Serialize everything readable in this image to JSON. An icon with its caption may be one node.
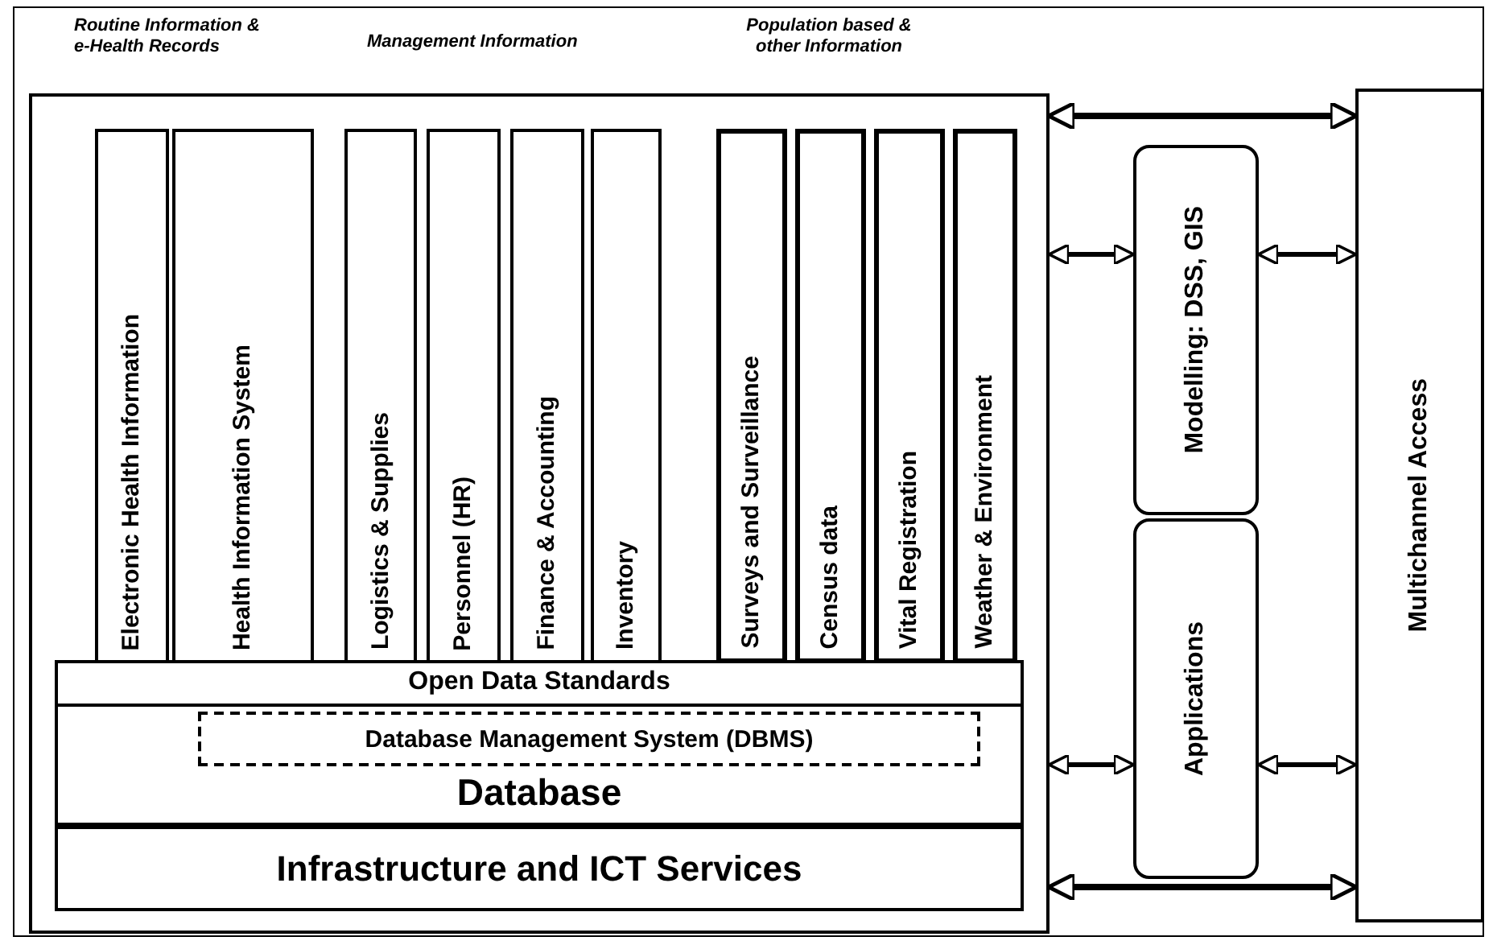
{
  "diagram": {
    "nodes": [
      {
        "text": [],
        "shape": "box"
      },
      {
        "text": [
          "Electronic Health Information"
        ],
        "in": 0
      },
      {
        "text": [
          "Health Information System"
        ],
        "in": 0
      },
      {
        "text": [
          "Logistics & Supplies"
        ],
        "in": 0
      },
      {
        "text": [
          "Personnel (HR)"
        ],
        "in": 0
      },
      {
        "text": [
          "Finance & Accounting"
        ],
        "in": 0
      },
      {
        "text": [
          "Inventory"
        ],
        "in": 0
      },
      {
        "text": [
          "Surveys and Surveillance"
        ],
        "in": 0
      },
      {
        "text": [
          "Census data"
        ],
        "in": 0
      },
      {
        "text": [
          "Vital Registration"
        ],
        "in": 0
      },
      {
        "text": [
          "Weather & Environment"
        ],
        "in": 0
      },
      {
        "text": [
          "Open Data Standards"
        ],
        "in": 0
      },
      {
        "text": [
          "Database"
        ],
        "in": 0
      },
      {
        "text": [
          "Database Management System (DBMS)"
        ],
        "in": 12
      },
      {
        "text": [
          "Infrastructure and ICT Services"
        ],
        "in": 0
      },
      {
        "text": [
          "Modelling: DSS, GIS"
        ]
      },
      {
        "text": [
          "Applications"
        ]
      },
      {
        "text": [
          "Multichannel Access"
        ]
      }
    ],
    "edges": [
      {
        "from": 0,
        "to": 17,
        "arrow": "both"
      },
      {
        "from": 0,
        "to": 15,
        "arrow": "both"
      },
      {
        "from": 15,
        "to": 17,
        "arrow": "both"
      },
      {
        "from": 0,
        "to": 16,
        "arrow": "both"
      },
      {
        "from": 16,
        "to": 17,
        "arrow": "both"
      },
      {
        "from": 0,
        "to": 17,
        "arrow": "both"
      }
    ],
    "labels": [
      "Routine Information & e-Health Records",
      "Management Information",
      "Population based & other Information"
    ]
  }
}
